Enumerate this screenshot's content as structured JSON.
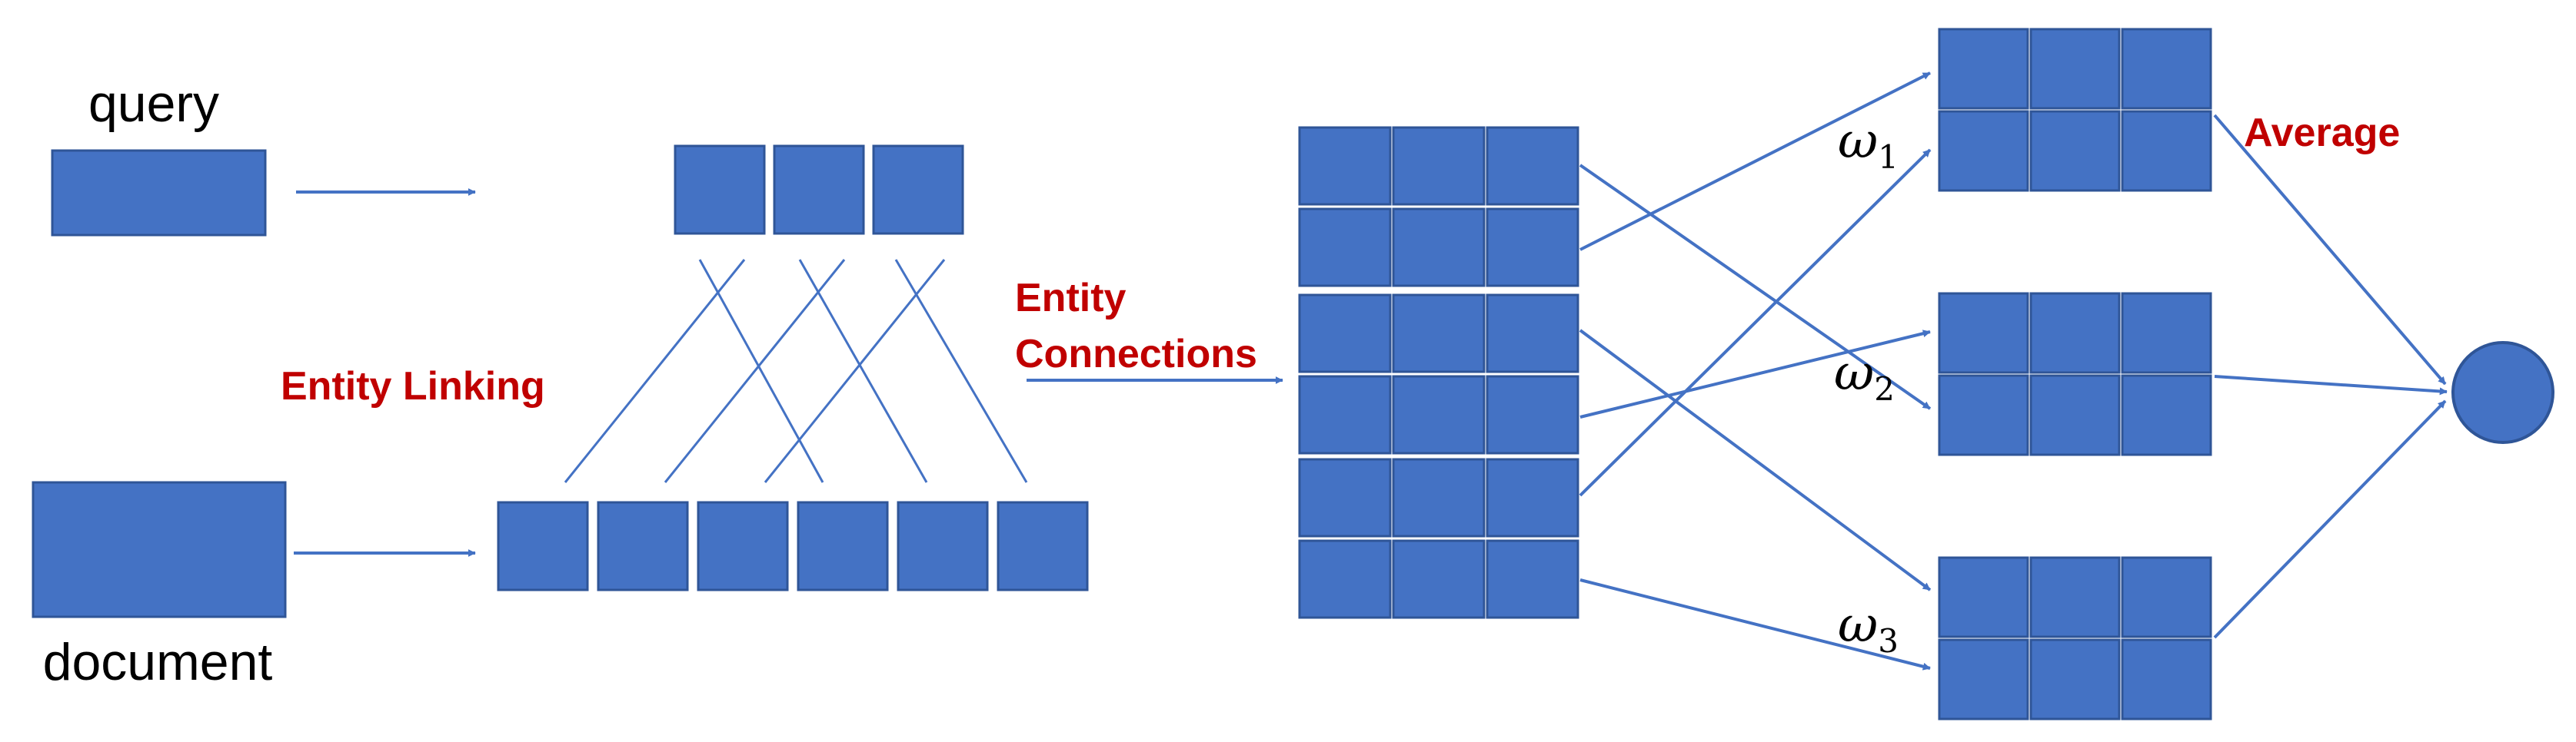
{
  "labels": {
    "query": "query",
    "document": "document",
    "entity_linking": "Entity Linking",
    "entity_connections_line1": "Entity",
    "entity_connections_line2": "Connections",
    "average": "Average",
    "weight_symbol": "ω",
    "weights": [
      "1",
      "2",
      "3"
    ]
  },
  "colors": {
    "box_fill": "#4472C4",
    "box_stroke": "#2F5597",
    "arrow": "#4472C4",
    "label_red": "#C00000",
    "text": "#000000"
  }
}
